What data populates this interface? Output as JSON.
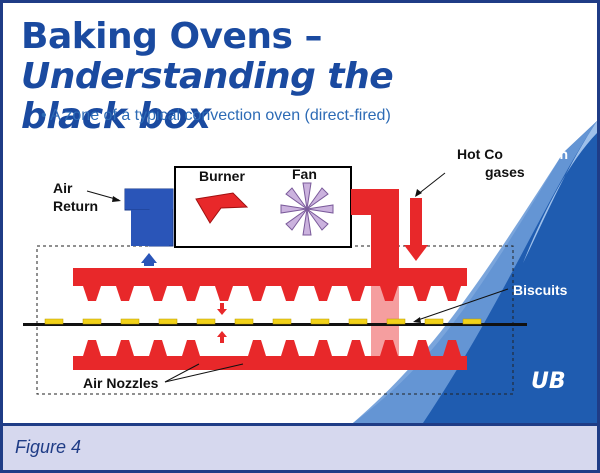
{
  "slide": {
    "title_line1": "Baking Ovens – ",
    "title_italic1": "Understanding the",
    "title_italic2": "black box",
    "bullet": "• A zone of a typical convection oven (direct-fired)"
  },
  "diagram": {
    "labels": {
      "air_return_1": "Air",
      "air_return_2": "Return",
      "burner": "Burner",
      "fan": "Fan",
      "hot_comb_dark": "Hot Co",
      "hot_comb_light": "mbustion",
      "gases": "gases",
      "biscuits": "Biscuits",
      "air_nozzles": "Air Nozzles"
    },
    "logo": "UB",
    "colors": {
      "duct_red": "#e8282a",
      "air_return_blue": "#2a55b8",
      "biscuit_yellow": "#f2d21a",
      "corner_blue": "#1f5cb0"
    }
  },
  "caption": {
    "text": "Figure 4"
  }
}
